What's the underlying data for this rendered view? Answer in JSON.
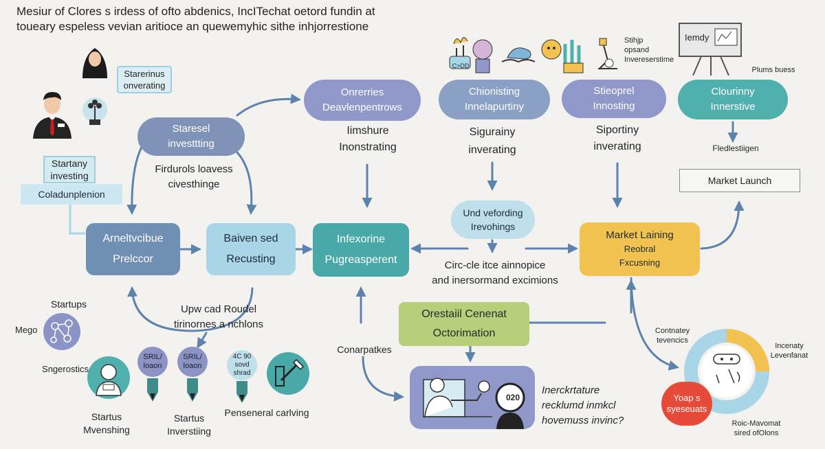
{
  "header": {
    "line1": "Mesiur of Clores s irdess of ofto abdenics, IncITechat oetord fundin at",
    "line2": "toueary espeless vevian aritioce an quewemyhic sithe inhjorrestione"
  },
  "left": {
    "speech": [
      "Starerinus",
      "onverating"
    ],
    "tag_startany": [
      "Startany",
      "investing"
    ],
    "coladun": "Coladunplenion",
    "staresel": [
      "Staresel",
      "investtting"
    ],
    "firdurols": [
      "Firdurols loavess",
      "civesthinge"
    ],
    "arneltuc": [
      "Arneltvcibue",
      "Prelccor"
    ],
    "baiven": [
      "Baiven sed",
      "Recusting"
    ],
    "upw": [
      "Upw cad Roudel",
      "tirinornes a nchlons"
    ],
    "startups": "Startups",
    "mego": "Mego",
    "sngerostics": "Sngerostics",
    "badge1": [
      "SRIL/",
      "loaon"
    ],
    "badge2": [
      "SRIL/",
      "loaon"
    ],
    "badge3": [
      "4C 90",
      "sovd",
      "shrad"
    ],
    "startus1": [
      "Startus",
      "Mvenshing"
    ],
    "startus2": [
      "Startus",
      "Inverstiing"
    ],
    "penseneral": "Penseneral carlving"
  },
  "middle": {
    "onrerries": [
      "Onrerries",
      "Deavlenpentrows"
    ],
    "iimshure": [
      "Iimshure",
      "Inonstrating"
    ],
    "infexorine": [
      "Infexorine",
      "Pugreasperent"
    ],
    "und": [
      "Und vefording",
      "Irevohings"
    ],
    "circo": [
      "Circ-cle itce ainnopice",
      "and inersormand excimions"
    ],
    "orestail": [
      "Orestaiil Cenenat",
      "Octorimation"
    ],
    "conarpatkes": "Conarpatkes",
    "inerckr": [
      "Inerckrtature",
      "recklumd inmkcl",
      "hovemuss invinc?"
    ],
    "monitor_label": "020"
  },
  "right": {
    "chionisting": [
      "Chionisting",
      "Innelapurtiny"
    ],
    "sigurainy": [
      "Sigurainy",
      "inverating"
    ],
    "stieoprel": [
      "Stieoprel",
      "Innosting"
    ],
    "siportiny": [
      "Siportiny",
      "inverating"
    ],
    "clourinny": [
      "Clourinny",
      "Innerstive"
    ],
    "fledlestigen": "Fledlestiigen",
    "market_launch": "Market Launch",
    "market_laining": [
      "Market Laining",
      "Reobral",
      "Fxcusning"
    ],
    "board_label": "Iemdy",
    "plums": "Plums buess",
    "icon_note": [
      "Stihjp",
      "opsand",
      "Invereserstime"
    ],
    "icon_code": "C>DD",
    "contnatey": [
      "Contnatey",
      "tevencics"
    ],
    "incenaty": [
      "Incenaty",
      "Levenfanat"
    ],
    "yoap": [
      "Yoap s",
      "syeseuats"
    ],
    "roic": [
      "Roic-Mavomat",
      "sired ofOlons"
    ]
  },
  "colors": {
    "slate": "#7f93b8",
    "lavender": "#8f98c8",
    "teal": "#49a9a8",
    "green": "#b7cf7a",
    "amber": "#f3c351",
    "light_blue": "#a9d6e7",
    "arrow": "#5e82ae",
    "red": "#e84a3a"
  }
}
